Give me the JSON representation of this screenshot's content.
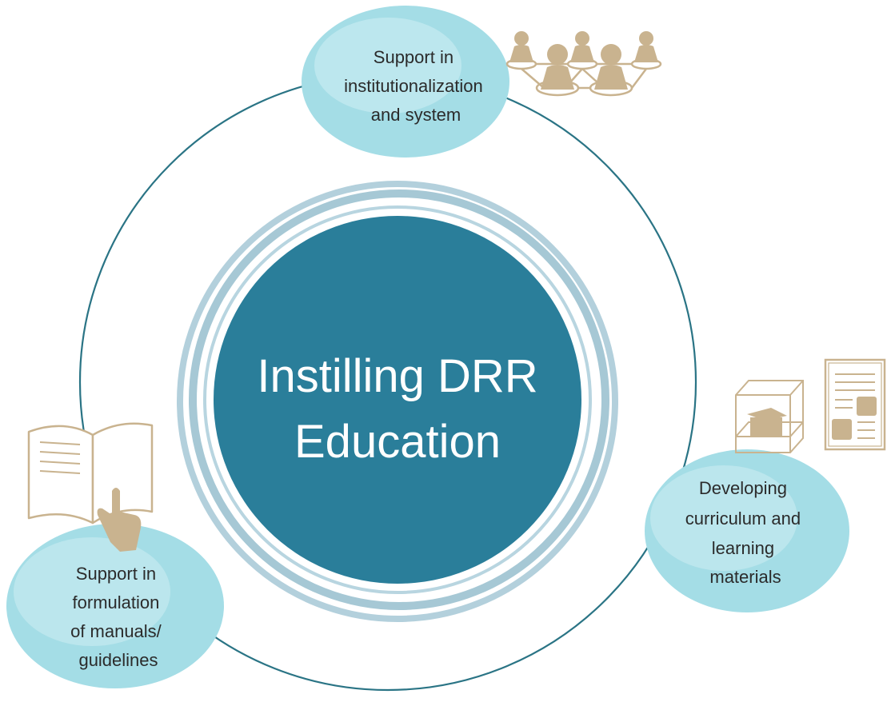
{
  "center": {
    "title_line1": "Instilling DRR",
    "title_line2": "Education"
  },
  "nodes": [
    {
      "id": "top",
      "lines": [
        "Support in",
        "institutionalization",
        "and system"
      ],
      "icon": "people-network-icon"
    },
    {
      "id": "right",
      "lines": [
        "Developing",
        "curriculum and",
        "learning",
        "materials"
      ],
      "icon": "curriculum-materials-icon"
    },
    {
      "id": "left",
      "lines": [
        "Support in",
        "formulation",
        "of manuals/",
        "guidelines"
      ],
      "icon": "manual-book-icon"
    }
  ],
  "colors": {
    "center_fill": "#2a7e9a",
    "ring": "#a9cad6",
    "orbit": "#2a7485",
    "bubble": "#a4dde6",
    "bubble_highlight": "#c4eaf0",
    "icon": "#c9b38f",
    "text": "#2b2b2b"
  }
}
